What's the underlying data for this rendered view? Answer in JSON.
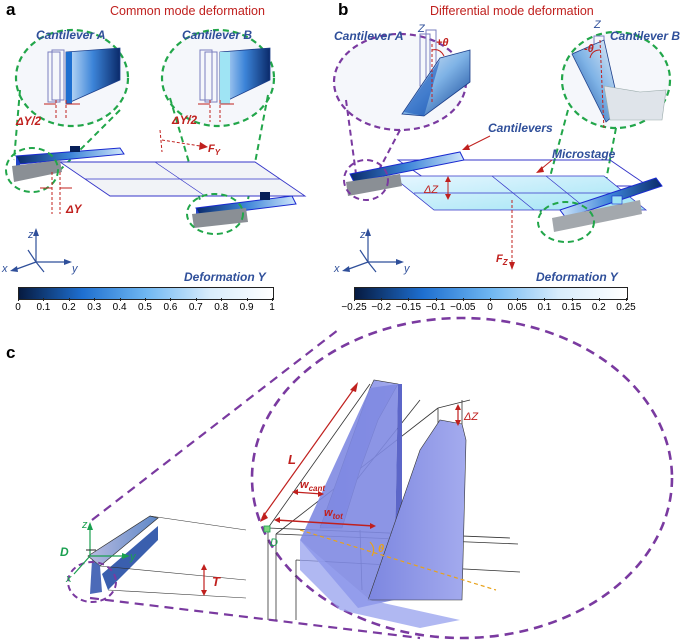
{
  "panel_a": {
    "letter": "a",
    "title": "Common mode deformation",
    "cantilever_a": "Cantilever A",
    "cantilever_b": "Cantilever B",
    "dy_half_a": "ΔY/2",
    "dy_half_b": "ΔY/2",
    "force": "F",
    "force_sub": "Y",
    "dy": "ΔY",
    "colorbar_title": "Deformation Y",
    "axes": {
      "z": "z",
      "x": "x",
      "y": "y"
    },
    "colorbar_ticks": [
      "0",
      "0.1",
      "0.2",
      "0.3",
      "0.4",
      "0.5",
      "0.6",
      "0.7",
      "0.8",
      "0.9",
      "1"
    ],
    "colorbar_colors": [
      "#061a40",
      "#1e6fd0",
      "#6fb7f2",
      "#d8ecfb",
      "#ffffff"
    ]
  },
  "panel_b": {
    "letter": "b",
    "title": "Differential mode deformation",
    "cantilever_a": "Cantilever A",
    "cantilever_b": "Cantilever B",
    "theta_plus": "+θ",
    "theta_minus": "-θ",
    "z_label_a": "Z",
    "z_label_b": "Z",
    "cantilevers": "Cantilevers",
    "microstage": "Microstage",
    "dz": "ΔZ",
    "force": "F",
    "force_sub": "Z",
    "colorbar_title": "Deformation Y",
    "axes": {
      "z": "z",
      "x": "x",
      "y": "y"
    },
    "colorbar_ticks": [
      "−0.25",
      "−0.2",
      "−0.15",
      "−0.1",
      "−0.05",
      "0",
      "0.05",
      "0.1",
      "0.15",
      "0.2",
      "0.25"
    ],
    "colorbar_colors": [
      "#061a40",
      "#1e6fd0",
      "#6fb7f2",
      "#d8ecfb",
      "#ffffff"
    ]
  },
  "panel_c": {
    "letter": "c",
    "z": "z",
    "x": "x",
    "y": "y",
    "d_small": "D",
    "t": "T",
    "l": "L",
    "dz": "ΔZ",
    "w_cant": "w",
    "w_cant_sub": "cant",
    "w_tot": "w",
    "w_tot_sub": "tot",
    "d_zoom": "D",
    "theta": "θ"
  },
  "colors": {
    "title_red": "#c0201e",
    "label_blue": "#2f4f9a",
    "dash_green": "#22a64a",
    "dash_purple": "#7a3aa0",
    "red": "#c0201e",
    "device_blue": "#8b93e6",
    "orange": "#e8a21a"
  }
}
